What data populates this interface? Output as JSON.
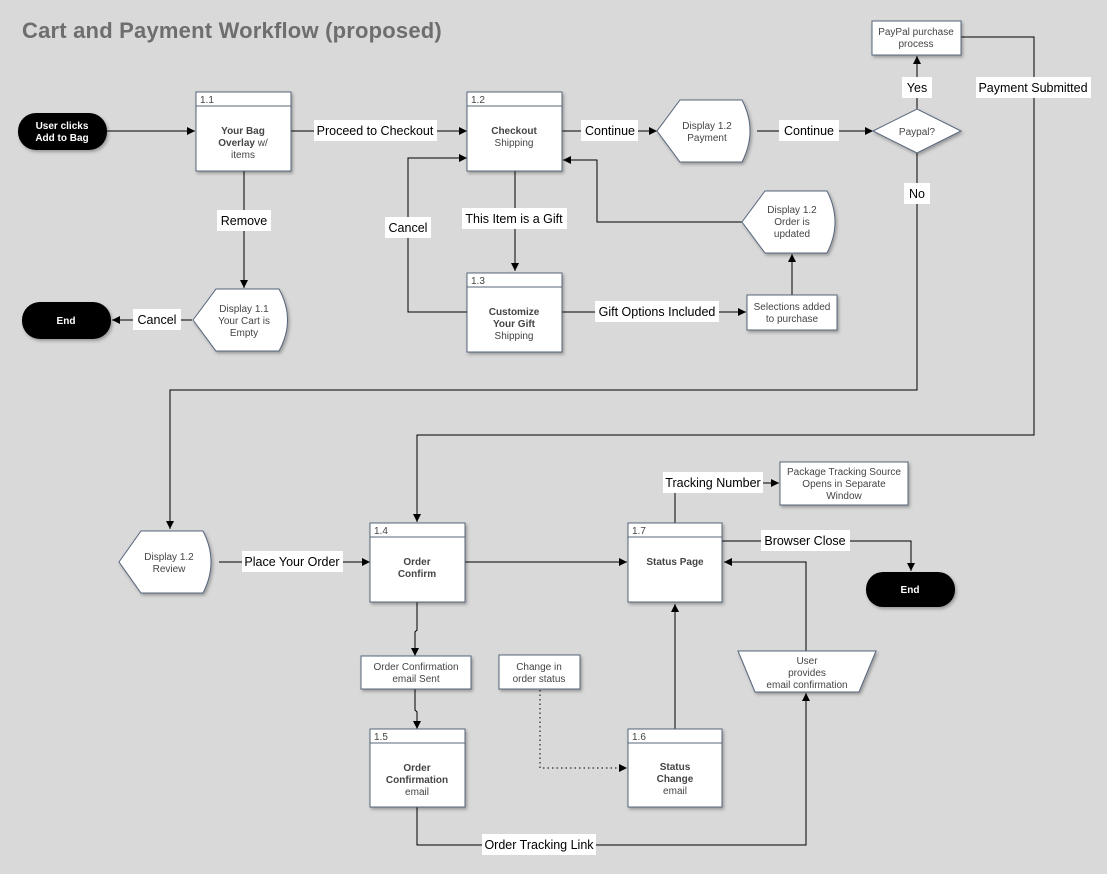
{
  "title": "Cart and Payment Workflow (proposed)",
  "nodes": {
    "user_clicks": [
      "User clicks",
      "Add to Bag"
    ],
    "bag": {
      "num": "1.1",
      "bold1": "Your Bag",
      "bold2": "Overlay",
      "tail2": " w/",
      "line3": "items"
    },
    "checkout": {
      "num": "1.2",
      "bold": "Checkout",
      "line2": "Shipping"
    },
    "payment": [
      "Display 1.2",
      "Payment"
    ],
    "paypal": "Paypal?",
    "paypal_process": [
      "PayPal purchase",
      "process"
    ],
    "order_updated": [
      "Display 1.2",
      "Order is",
      "updated"
    ],
    "gift": {
      "num": "1.3",
      "bold1": "Customize",
      "bold2": "Your Gift",
      "line3": "Shipping"
    },
    "selections": [
      "Selections added",
      "to purchase"
    ],
    "cart_empty": [
      "Display 1.1",
      "Your Cart is",
      "Empty"
    ],
    "end1": "End",
    "review": [
      "Display 1.2",
      "Review"
    ],
    "order_confirm": {
      "num": "1.4",
      "bold1": "Order",
      "bold2": "Confirm"
    },
    "conf_sent": [
      "Order Confirmation",
      "email Sent"
    ],
    "conf_email": {
      "num": "1.5",
      "bold1": "Order",
      "bold2": "Confirmation",
      "line3": "email"
    },
    "change_status": [
      "Change in",
      "order status"
    ],
    "status_change": {
      "num": "1.6",
      "bold1": "Status",
      "bold2": "Change",
      "line3": "email"
    },
    "status_page": {
      "num": "1.7",
      "bold": "Status Page"
    },
    "tracking_source": [
      "Package Tracking Source",
      "Opens in Separate",
      "Window"
    ],
    "end2": "End",
    "user_provides": [
      "User",
      "provides",
      "email confirmation"
    ]
  },
  "edges": {
    "proceed": "Proceed to Checkout",
    "continue1": "Continue",
    "continue2": "Continue",
    "yes": "Yes",
    "no": "No",
    "payment_submitted": "Payment Submitted",
    "remove": "Remove",
    "cancel_left": "Cancel",
    "cancel_gift": "Cancel",
    "gift": "This Item is a Gift",
    "gift_included": "Gift Options Included",
    "place_order": "Place Your Order",
    "tracking_number": "Tracking Number",
    "browser_close": "Browser Close",
    "tracking_link": "Order Tracking Link"
  }
}
